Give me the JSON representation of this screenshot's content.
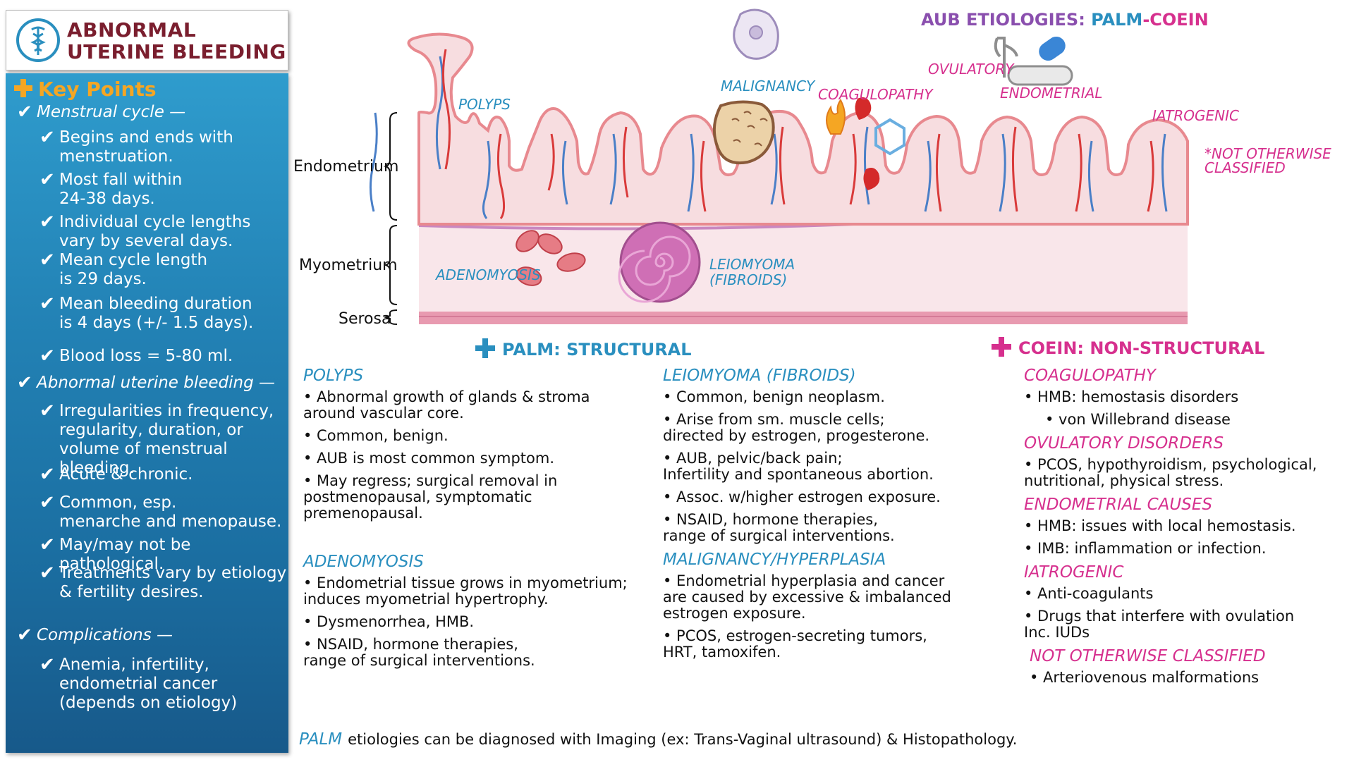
{
  "header": {
    "title_line1": "ABNORMAL",
    "title_line2": "UTERINE BLEEDING",
    "logo_icon": "caduceus-icon"
  },
  "key_points": {
    "heading": "Key Points",
    "items": [
      {
        "level": 1,
        "lines": [
          "Menstrual cycle —"
        ]
      },
      {
        "level": 2,
        "lines": [
          "Begins and ends with",
          "menstruation."
        ]
      },
      {
        "level": 2,
        "lines": [
          "Most fall within",
          "24-38 days."
        ]
      },
      {
        "level": 2,
        "lines": [
          "Individual cycle lengths",
          "vary by several days."
        ]
      },
      {
        "level": 2,
        "lines": [
          "Mean cycle length",
          "is 29 days."
        ]
      },
      {
        "level": 2,
        "lines": [
          "Mean bleeding duration",
          "is 4 days (+/- 1.5 days)."
        ]
      },
      {
        "level": 2,
        "lines": [
          "Blood loss = 5-80 ml."
        ]
      },
      {
        "level": 1,
        "lines": [
          "Abnormal uterine bleeding —"
        ]
      },
      {
        "level": 2,
        "lines": [
          "Irregularities in frequency,",
          "regularity, duration, or",
          "volume of menstrual bleeding."
        ]
      },
      {
        "level": 2,
        "lines": [
          "Acute & chronic."
        ]
      },
      {
        "level": 2,
        "lines": [
          "Common, esp.",
          "menarche and menopause."
        ]
      },
      {
        "level": 2,
        "lines": [
          "May/may not be pathological."
        ]
      },
      {
        "level": 2,
        "lines": [
          "Treatments vary by etiology",
          "& fertility desires."
        ]
      },
      {
        "level": 1,
        "lines": [
          "Complications —"
        ]
      },
      {
        "level": 2,
        "lines": [
          "Anemia, infertility,",
          "endometrial cancer",
          "(depends on etiology)"
        ]
      }
    ]
  },
  "diagram": {
    "heading_part1": "AUB ETIOLOGIES: ",
    "heading_part2": "PALM",
    "heading_part3": "-COEIN",
    "layers": {
      "endometrium": "Endometrium",
      "myometrium": "Myometrium",
      "serosa": "Serosa"
    },
    "labels": {
      "polyps": "POLYPS",
      "malignancy": "MALIGNANCY",
      "coagulopathy": "COAGULOPATHY",
      "ovulatory": "OVULATORY",
      "endometrial": "ENDOMETRIAL",
      "iatrogenic": "IATROGENIC",
      "not_otherwise_1": "*NOT OTHERWISE",
      "not_otherwise_2": "CLASSIFIED",
      "adenomyosis": "ADENOMYOSIS",
      "leiomyoma_1": "LEIOMYOMA",
      "leiomyoma_2": "(FIBROIDS)"
    },
    "colors": {
      "tissue": "#f7dde0",
      "tissue_edge": "#e8898f",
      "myometrium": "#f9e6ea",
      "serosa": "#e89ab0",
      "vein": "#4a7fc7",
      "artery": "#d93a3a",
      "fibroid": "#cf6fb5",
      "blood": "#d42a2a"
    }
  },
  "palm": {
    "heading": "PALM: STRUCTURAL",
    "col1": [
      {
        "title": "POLYPS",
        "bullets": [
          [
            "Abnormal growth of glands & stroma",
            "around vascular core."
          ],
          [
            "Common, benign."
          ],
          [
            "AUB is most common symptom."
          ],
          [
            "May regress; surgical removal in",
            "postmenopausal, symptomatic",
            "premenopausal."
          ]
        ]
      },
      {
        "title": "ADENOMYOSIS",
        "bullets": [
          [
            "Endometrial tissue grows in myometrium;",
            "induces myometrial hypertrophy."
          ],
          [
            "Dysmenorrhea, HMB."
          ],
          [
            "NSAID, hormone therapies,",
            "range of surgical interventions."
          ]
        ]
      }
    ],
    "col2": [
      {
        "title": "LEIOMYOMA (FIBROIDS)",
        "bullets": [
          [
            "Common, benign neoplasm."
          ],
          [
            "Arise from sm. muscle cells;",
            "directed by estrogen, progesterone."
          ],
          [
            "AUB, pelvic/back pain;",
            "Infertility and spontaneous abortion."
          ],
          [
            "Assoc. w/higher estrogen exposure."
          ],
          [
            "NSAID, hormone therapies,",
            "range of surgical interventions."
          ]
        ]
      },
      {
        "title": "MALIGNANCY/HYPERPLASIA",
        "bullets": [
          [
            "Endometrial hyperplasia and cancer",
            "are caused by excessive & imbalanced",
            "estrogen exposure."
          ],
          [
            "PCOS, estrogen-secreting tumors,",
            "HRT, tamoxifen."
          ]
        ]
      }
    ]
  },
  "coein": {
    "heading": "COEIN: NON-STRUCTURAL",
    "sections": [
      {
        "title": "COAGULOPATHY",
        "bullets": [
          {
            "lines": [
              "HMB: hemostasis disorders"
            ],
            "sub": false
          },
          {
            "lines": [
              "von Willebrand disease"
            ],
            "sub": true
          }
        ]
      },
      {
        "title": "OVULATORY DISORDERS",
        "bullets": [
          {
            "lines": [
              "PCOS, hypothyroidism, psychological,",
              "nutritional, physical stress."
            ],
            "sub": false
          }
        ]
      },
      {
        "title": "ENDOMETRIAL CAUSES",
        "bullets": [
          {
            "lines": [
              "HMB: issues with local hemostasis."
            ],
            "sub": false
          },
          {
            "lines": [
              "IMB: inflammation or infection."
            ],
            "sub": false
          }
        ]
      },
      {
        "title": "IATROGENIC",
        "bullets": [
          {
            "lines": [
              "Anti-coagulants"
            ],
            "sub": false
          },
          {
            "lines": [
              "Drugs that interfere with ovulation",
              "Inc. IUDs"
            ],
            "sub": false
          }
        ]
      },
      {
        "title": "NOT OTHERWISE CLASSIFIED",
        "bullets": [
          {
            "lines": [
              "Arteriovenous malformations"
            ],
            "sub": false
          }
        ]
      }
    ]
  },
  "footnote": {
    "palm_word": "PALM",
    "text": "etiologies can be diagnosed with Imaging (ex: Trans-Vaginal ultrasound) & Histopathology."
  }
}
